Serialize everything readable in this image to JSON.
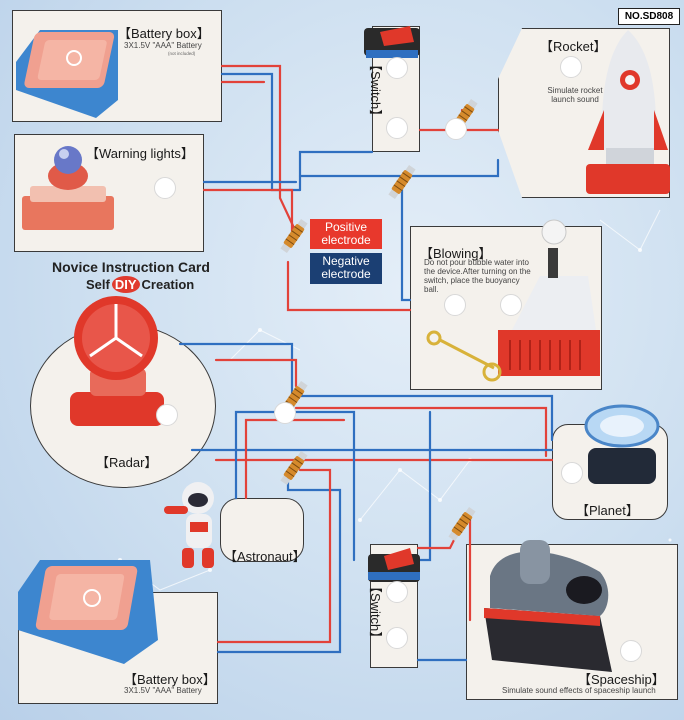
{
  "model_number": "NO.SD808",
  "title": {
    "line1": "Novice Instruction Card",
    "line2_pre": "Self",
    "line2_badge": "DIY",
    "line2_post": "Creation"
  },
  "legend": {
    "positive": "Positive electrode",
    "negative": "Negative electrode"
  },
  "colors": {
    "positive": "#e8382c",
    "negative": "#1b3f73",
    "wire_blue": "#2f6fc0",
    "wire_red": "#e2423a",
    "background": "#cddff0"
  },
  "components": {
    "battery_top": {
      "label": "【Battery box】",
      "spec": "3X1.5V \"AAA\" Battery",
      "note": "(not included)"
    },
    "warning_lights": {
      "label": "【Warning lights】"
    },
    "switch_top": {
      "label": "【Switch】"
    },
    "rocket": {
      "label": "【Rocket】",
      "desc": "Simulate rocket launch sound"
    },
    "blowing": {
      "label": "【Blowing】",
      "desc": "Do not pour bubble water into the device.After turning on the switch, place the buoyancy ball."
    },
    "radar": {
      "label": "【Radar】"
    },
    "planet": {
      "label": "【Planet】"
    },
    "astronaut": {
      "label": "【Astronaut】"
    },
    "switch_bottom": {
      "label": "【Switch】"
    },
    "battery_bottom": {
      "label": "【Battery box】",
      "spec": "3X1.5V \"AAA\" Battery"
    },
    "spaceship": {
      "label": "【Spaceship】",
      "desc": "Simulate sound effects of spaceship launch"
    }
  },
  "icons": [
    "battery-box-icon",
    "warning-light-icon",
    "switch-icon",
    "rocket-icon",
    "bubble-blower-icon",
    "bubble-wand-icon",
    "radar-icon",
    "planet-icon",
    "astronaut-icon",
    "spaceship-icon",
    "spring-connector-icon"
  ]
}
